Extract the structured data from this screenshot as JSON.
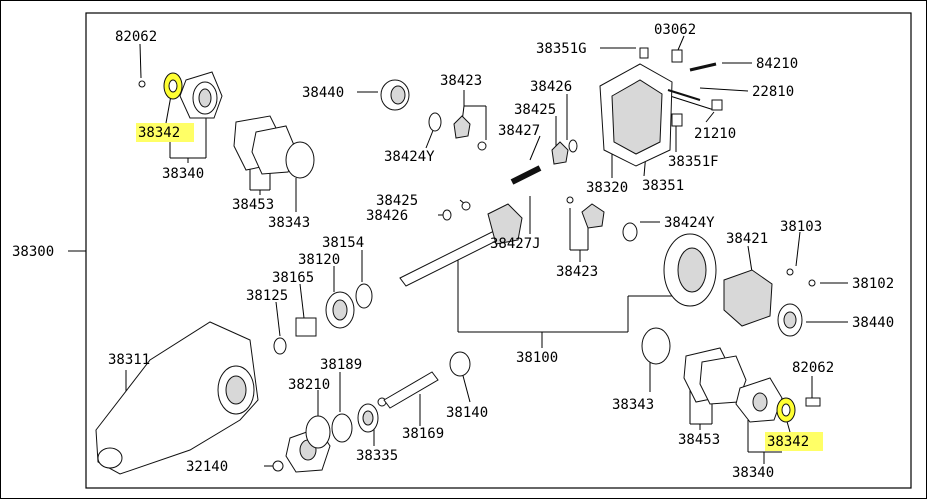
{
  "assembly_label": "38300",
  "labels": [
    {
      "id": "l01",
      "text": "82062"
    },
    {
      "id": "l02",
      "text": "38342"
    },
    {
      "id": "l03",
      "text": "38340"
    },
    {
      "id": "l04",
      "text": "38453"
    },
    {
      "id": "l05",
      "text": "38343"
    },
    {
      "id": "l06",
      "text": "38440"
    },
    {
      "id": "l07",
      "text": "38423"
    },
    {
      "id": "l08",
      "text": "38424Y"
    },
    {
      "id": "l09",
      "text": "38426"
    },
    {
      "id": "l10",
      "text": "38425"
    },
    {
      "id": "l11",
      "text": "38427"
    },
    {
      "id": "l12",
      "text": "38351G"
    },
    {
      "id": "l13",
      "text": "03062"
    },
    {
      "id": "l14",
      "text": "84210"
    },
    {
      "id": "l15",
      "text": "22810"
    },
    {
      "id": "l16",
      "text": "21210"
    },
    {
      "id": "l17",
      "text": "38351F"
    },
    {
      "id": "l18",
      "text": "38351"
    },
    {
      "id": "l19",
      "text": "38320"
    },
    {
      "id": "l20",
      "text": "38425"
    },
    {
      "id": "l21",
      "text": "38426"
    },
    {
      "id": "l22",
      "text": "38427J"
    },
    {
      "id": "l23",
      "text": "38423"
    },
    {
      "id": "l24",
      "text": "38424Y"
    },
    {
      "id": "l25",
      "text": "38421"
    },
    {
      "id": "l26",
      "text": "38103"
    },
    {
      "id": "l27",
      "text": "38102"
    },
    {
      "id": "l28",
      "text": "38440"
    },
    {
      "id": "l29",
      "text": "38154"
    },
    {
      "id": "l30",
      "text": "38120"
    },
    {
      "id": "l31",
      "text": "38165"
    },
    {
      "id": "l32",
      "text": "38125"
    },
    {
      "id": "l33",
      "text": "38100"
    },
    {
      "id": "l34",
      "text": "38311"
    },
    {
      "id": "l35",
      "text": "38189"
    },
    {
      "id": "l36",
      "text": "38210"
    },
    {
      "id": "l37",
      "text": "38140"
    },
    {
      "id": "l38",
      "text": "38169"
    },
    {
      "id": "l39",
      "text": "38335"
    },
    {
      "id": "l40",
      "text": "32140"
    },
    {
      "id": "l41",
      "text": "38343"
    },
    {
      "id": "l42",
      "text": "38453"
    },
    {
      "id": "l43",
      "text": "82062"
    },
    {
      "id": "l44",
      "text": "38342"
    },
    {
      "id": "l45",
      "text": "38340"
    }
  ],
  "highlight_color": "#ffff66"
}
